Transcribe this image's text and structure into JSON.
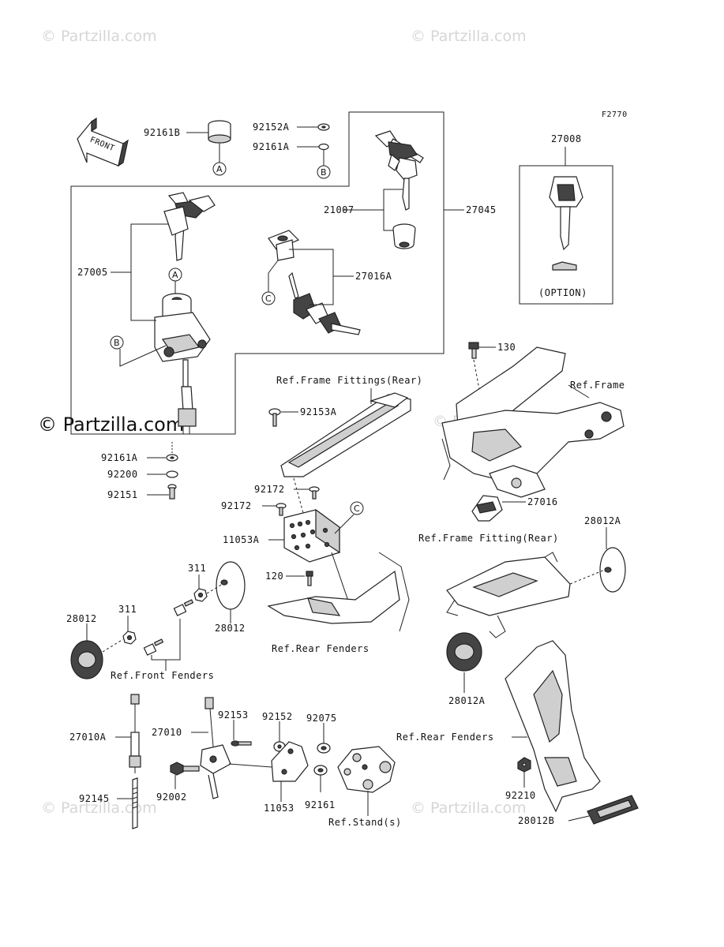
{
  "figure_code": "F2770",
  "watermark": "© Partzilla.com",
  "watermark_main": "© Partzilla.com",
  "front_arrow_label": "FRONT",
  "option_label": "(OPTION)",
  "callouts": {
    "a": "A",
    "b": "B",
    "c": "C"
  },
  "part_numbers": {
    "p92161B": "92161B",
    "p92152A": "92152A",
    "p92161A_top": "92161A",
    "p27008": "27008",
    "p21007": "21007",
    "p27045": "27045",
    "p27005": "27005",
    "p27016A": "27016A",
    "p130": "130",
    "p92153A": "92153A",
    "p92161A_bottom": "92161A",
    "p92200": "92200",
    "p92151": "92151",
    "p27016": "27016",
    "p92172_a": "92172",
    "p92172_b": "92172",
    "p11053A": "11053A",
    "p28012A_top": "28012A",
    "p311_a": "311",
    "p120": "120",
    "p28012_left": "28012",
    "p311_b": "311",
    "p28012_mid": "28012",
    "p28012A_bottom": "28012A",
    "p27010A": "27010A",
    "p27010": "27010",
    "p92153": "92153",
    "p92152": "92152",
    "p92075": "92075",
    "p92145": "92145",
    "p92002": "92002",
    "p11053": "11053",
    "p92161": "92161",
    "p92210": "92210",
    "p28012B": "28012B"
  },
  "references": {
    "frame_fittings_rear_top": "Ref.Frame Fittings(Rear)",
    "frame": "Ref.Frame",
    "frame_fitting_rear": "Ref.Frame Fitting(Rear)",
    "rear_fenders_mid": "Ref.Rear Fenders",
    "front_fenders": "Ref.Front Fenders",
    "rear_fenders_right": "Ref.Rear Fenders",
    "stands": "Ref.Stand(s)"
  }
}
